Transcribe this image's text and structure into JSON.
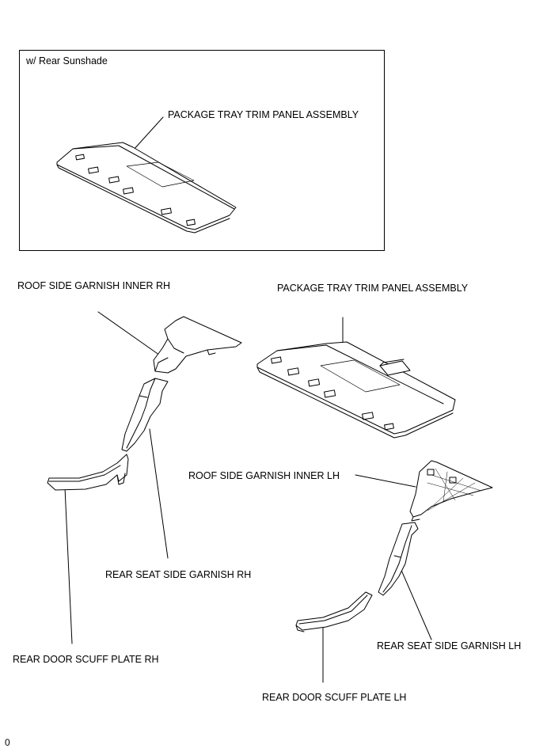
{
  "inset": {
    "title": "w/ Rear Sunshade",
    "label": "PACKAGE TRAY TRIM PANEL ASSEMBLY"
  },
  "labels": {
    "roof_side_rh": "ROOF SIDE GARNISH INNER RH",
    "package_tray": "PACKAGE TRAY TRIM PANEL ASSEMBLY",
    "roof_side_lh": "ROOF SIDE GARNISH INNER LH",
    "rear_seat_side_rh": "REAR SEAT SIDE GARNISH RH",
    "rear_seat_side_lh": "REAR SEAT SIDE GARNISH LH",
    "rear_door_scuff_rh": "REAR DOOR SCUFF PLATE RH",
    "rear_door_scuff_lh": "REAR DOOR SCUFF PLATE LH"
  },
  "figure_id": "0"
}
